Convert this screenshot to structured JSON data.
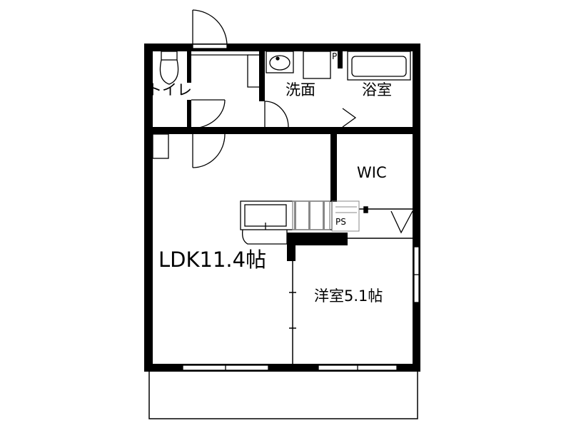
{
  "floor_plan": {
    "rooms": {
      "toilet": "トイレ",
      "washroom": "洗面",
      "bathroom": "浴室",
      "wic": "WIC",
      "ldk": "LDK11.4帖",
      "western": "洋室5.1帖"
    },
    "pipe_shaft_labels": [
      "PS",
      "PS"
    ]
  },
  "colors": {
    "wall": "#000000",
    "line": "#000000",
    "background": "#ffffff",
    "cabinet_gray": "#888888"
  }
}
